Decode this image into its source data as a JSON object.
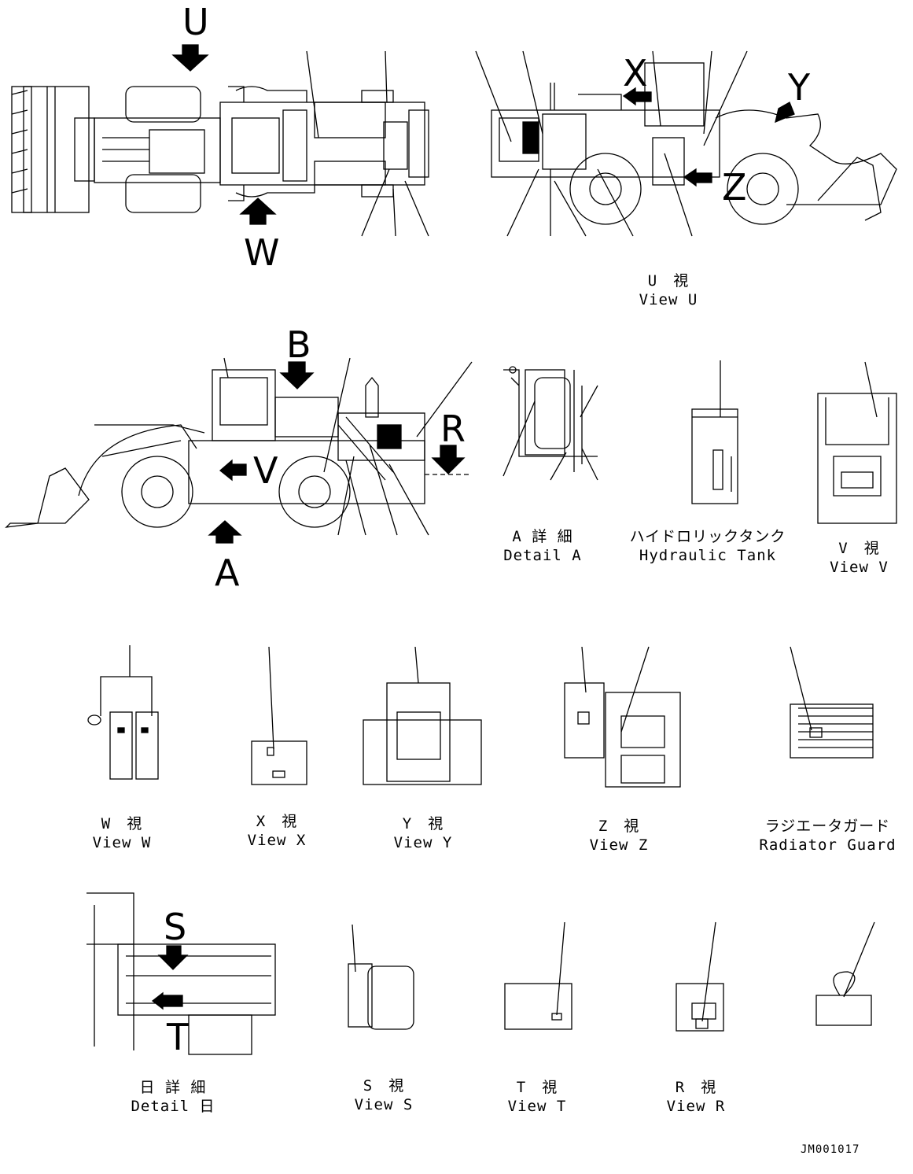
{
  "arrow_letters": {
    "U": "U",
    "W": "W",
    "X": "X",
    "Y": "Y",
    "Z": "Z",
    "B": "B",
    "R": "R",
    "V": "V",
    "A": "A",
    "S": "S",
    "T": "T"
  },
  "captions": {
    "view_u": {
      "jp": "U　視",
      "en": "View U"
    },
    "detail_a": {
      "jp": "A 詳 細",
      "en": "Detail A"
    },
    "hydraulic_tank": {
      "jp": "ハイドロリックタンク",
      "en": "Hydraulic Tank"
    },
    "view_v": {
      "jp": "V　視",
      "en": "View V"
    },
    "view_w": {
      "jp": "W　視",
      "en": "View W"
    },
    "view_x": {
      "jp": "X　視",
      "en": "View X"
    },
    "view_y": {
      "jp": "Y　視",
      "en": "View Y"
    },
    "view_z": {
      "jp": "Z　視",
      "en": "View Z"
    },
    "radiator_guard": {
      "jp": "ラジエータガード",
      "en": "Radiator Guard"
    },
    "detail_b": {
      "jp": "日 詳 細",
      "en": "Detail 日"
    },
    "view_s": {
      "jp": "S　視",
      "en": "View S"
    },
    "view_t": {
      "jp": "T　視",
      "en": "View T"
    },
    "view_r": {
      "jp": "R　視",
      "en": "View R"
    }
  },
  "drawing_code": "JM001017",
  "colors": {
    "line": "#000000",
    "background": "#ffffff"
  },
  "icons": {
    "arrow": "down-arrow-icon",
    "arrow_left": "left-arrow-icon",
    "arrow_up": "up-arrow-icon"
  }
}
